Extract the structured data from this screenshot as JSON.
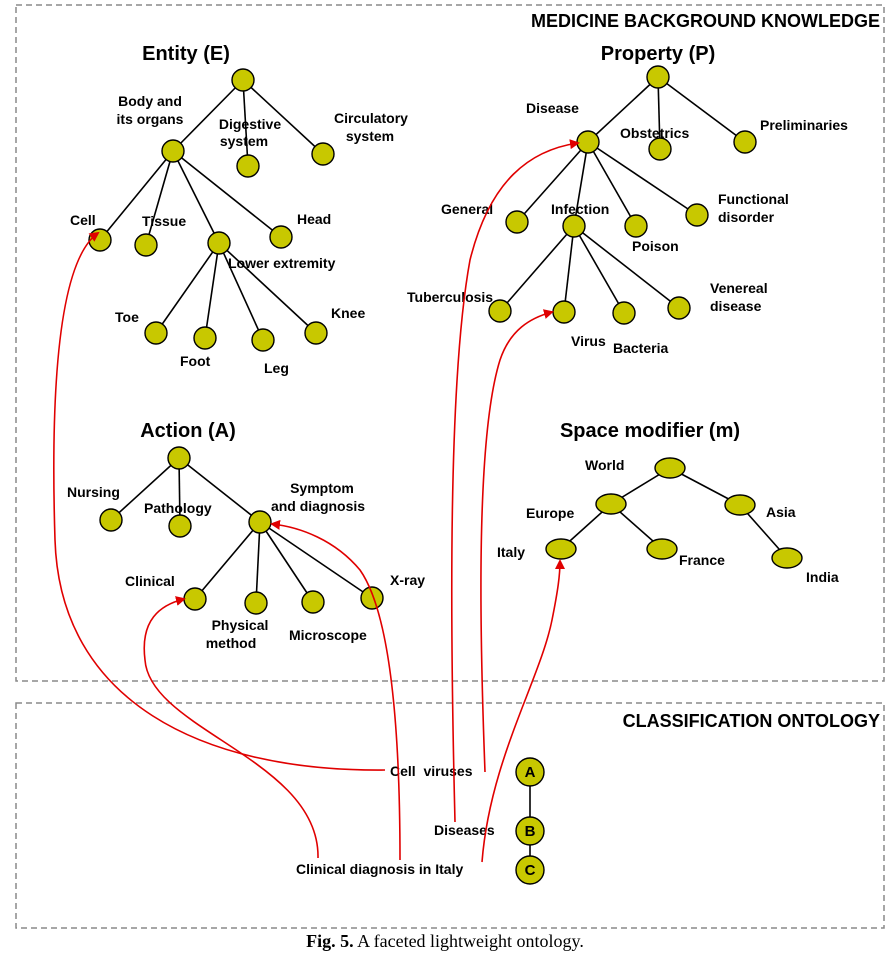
{
  "header_background": "MEDICINE BACKGROUND KNOWLEDGE",
  "header_classification": "CLASSIFICATION ONTOLOGY",
  "facets": {
    "entity": {
      "title": "Entity (E)",
      "labels": {
        "body": "Body and its organs",
        "digestive": "Digestive system",
        "circulatory": "Circulatory system",
        "cell": "Cell",
        "tissue": "Tissue",
        "head": "Head",
        "lower": "Lower extremity",
        "toe": "Toe",
        "foot": "Foot",
        "leg": "Leg",
        "knee": "Knee"
      }
    },
    "property": {
      "title": "Property (P)",
      "labels": {
        "disease": "Disease",
        "obstetrics": "Obstetrics",
        "preliminaries": "Preliminaries",
        "general": "General",
        "infection": "Infection",
        "poison": "Poison",
        "functional": "Functional disorder",
        "tuberculosis": "Tuberculosis",
        "virus": "Virus",
        "bacteria": "Bacteria",
        "venereal": "Venereal disease"
      }
    },
    "action": {
      "title": "Action (A)",
      "labels": {
        "nursing": "Nursing",
        "pathology": "Pathology",
        "symptom": "Symptom and diagnosis",
        "clinical": "Clinical",
        "physical": "Physical method",
        "microscope": "Microscope",
        "xray": "X-ray"
      }
    },
    "space": {
      "title": "Space modifier (m)",
      "labels": {
        "world": "World",
        "europe": "Europe",
        "asia": "Asia",
        "italy": "Italy",
        "france": "France",
        "india": "India"
      }
    }
  },
  "classification": {
    "nodes": [
      "A",
      "B",
      "C"
    ],
    "labels": {
      "cell_viruses": "Cell  viruses",
      "diseases": "Diseases",
      "clinical_italy": "Clinical diagnosis in Italy"
    }
  },
  "caption": {
    "label": "Fig. 5.",
    "text": " A faceted lightweight ontology."
  },
  "colors": {
    "node_fill": "#c8c800",
    "arrow": "#e00000",
    "panel_border": "#8a8a8a"
  }
}
